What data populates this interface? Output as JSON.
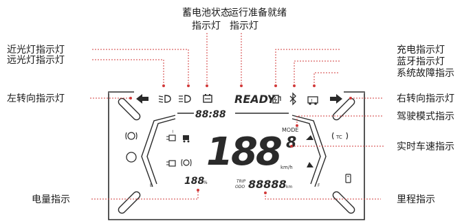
{
  "labels": {
    "battery_status": [
      "蓄电池状态",
      "指示灯"
    ],
    "ready": [
      "运行准备就绪",
      "指示灯"
    ],
    "low_beam": "近光灯指示灯",
    "high_beam": "远光灯指示灯",
    "left_turn": "左转向指示灯",
    "charging": "充电指示灯",
    "bluetooth": "蓝牙指示灯",
    "fault": "系统故障指示",
    "right_turn": "右转向指示灯",
    "drive_mode": "驾驶模式指示",
    "speed": "实时车速指示",
    "power_level": "电量指示",
    "mileage": "里程指示"
  },
  "display": {
    "ready_text": "READY",
    "clock": "88:88",
    "mode_label": "MODE",
    "mode_digit": "8",
    "speed_digits": "188",
    "speed_unit": "km/h",
    "battery_digits": "188",
    "battery_unit": "%",
    "trip_label": "TRIP",
    "odo_label": "ODO",
    "odo_digits": "88888",
    "odo_unit": "km",
    "tc_label": "TC",
    "e_label": "E",
    "f_label": "F"
  },
  "colors": {
    "leader": "#d23a3a",
    "ink": "#2a2a2a"
  },
  "icons": [
    "left-arrow-icon",
    "low-beam-icon",
    "high-beam-icon",
    "battery-icon",
    "charging-icon",
    "bluetooth-icon",
    "fault-icon",
    "right-arrow-icon"
  ]
}
